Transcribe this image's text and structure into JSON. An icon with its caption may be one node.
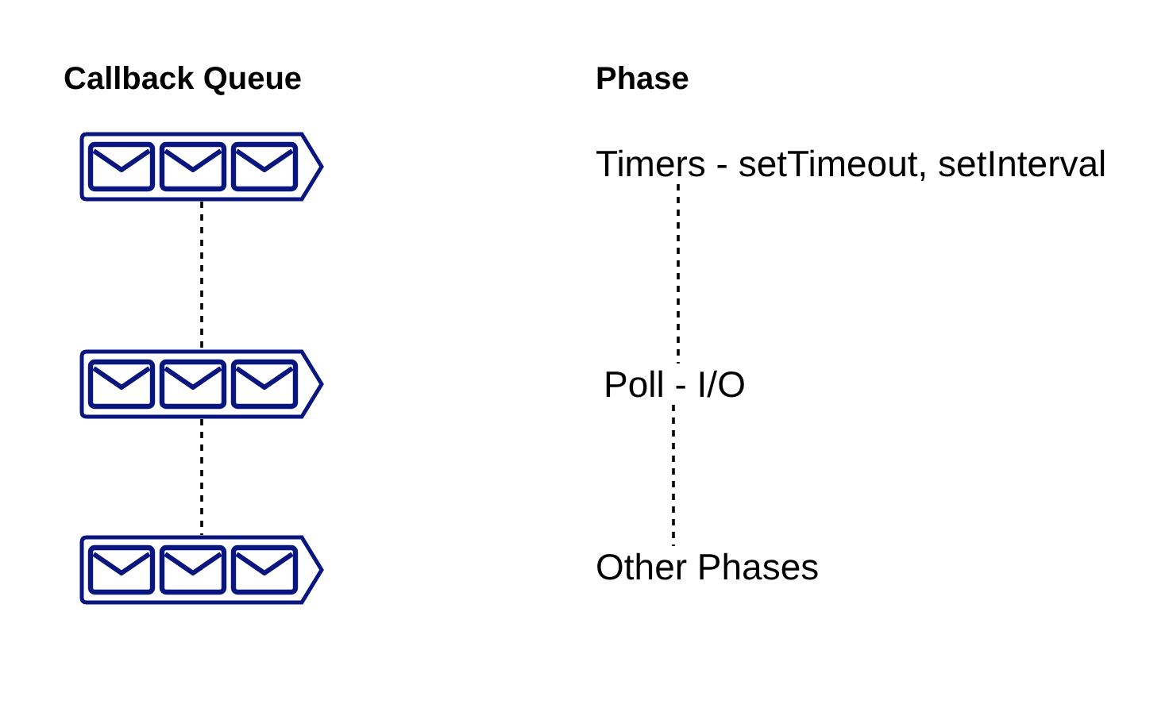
{
  "diagram": {
    "nodes": [
      {
        "text": [],
        "shape": "picture"
      },
      {
        "text": [
          "Timers - setTimeout, setInterval"
        ]
      },
      {
        "text": [],
        "shape": "picture"
      },
      {
        "text": [
          "Poll - I/O"
        ]
      },
      {
        "text": [],
        "shape": "picture"
      },
      {
        "text": [
          "Other Phases"
        ]
      }
    ],
    "edges": [
      {
        "from": 0,
        "to": 2,
        "arrow": "none",
        "style": "dashed"
      },
      {
        "from": 2,
        "to": 4,
        "arrow": "none",
        "style": "dashed"
      },
      {
        "from": 1,
        "to": 3,
        "arrow": "none",
        "style": "dashed"
      },
      {
        "from": 3,
        "to": 5,
        "arrow": "none",
        "style": "dashed"
      }
    ],
    "labels": [
      "Callback Queue",
      "Phase"
    ]
  }
}
